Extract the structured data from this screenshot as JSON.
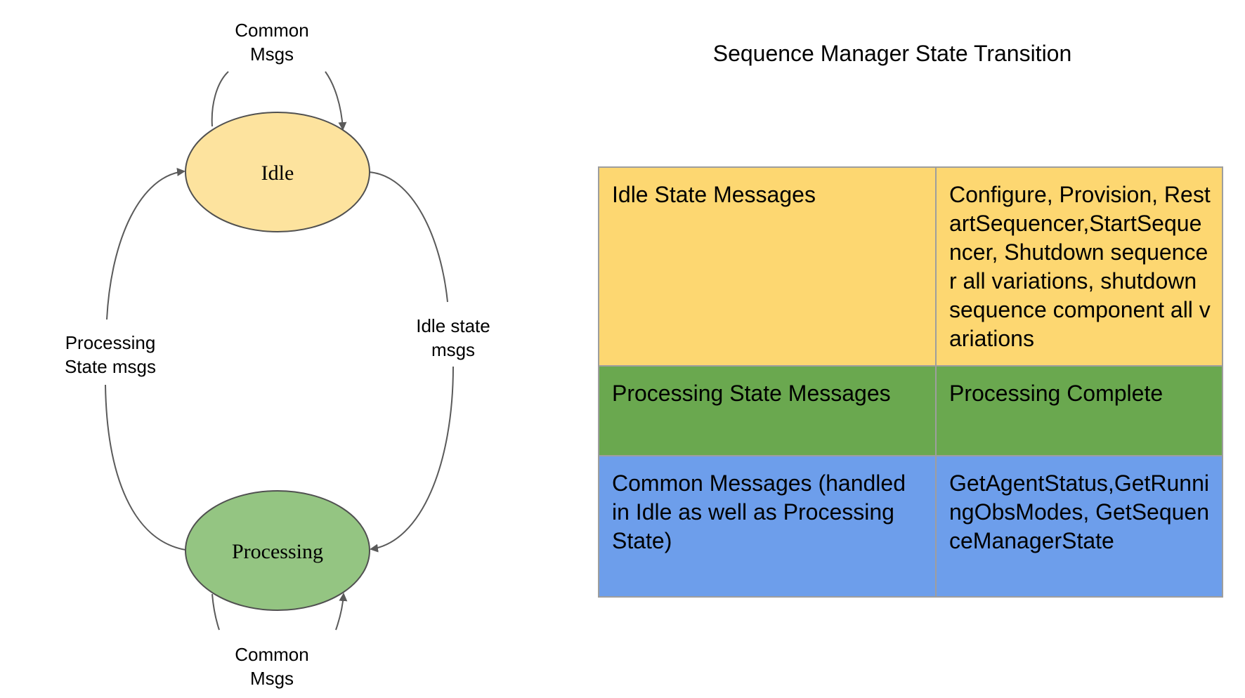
{
  "diagram": {
    "states": {
      "idle": {
        "label": "Idle",
        "fill": "#fde39e"
      },
      "processing": {
        "label": "Processing",
        "fill": "#94c582"
      }
    },
    "edges": {
      "idle_self_loop": {
        "lines": [
          "Common",
          "Msgs"
        ]
      },
      "idle_to_processing": {
        "lines": [
          "Idle state",
          "msgs"
        ]
      },
      "processing_to_idle": {
        "lines": [
          "Processing",
          "State msgs"
        ]
      },
      "processing_self_loop": {
        "lines": [
          "Common",
          "Msgs"
        ]
      }
    },
    "edge_color": "#5a5a5a"
  },
  "title": "Sequence Manager State Transition",
  "table": {
    "rows": [
      {
        "state": "Idle State Messages",
        "messages": "Configure, Provision, RestartSequencer,StartSequencer, Shutdown sequencer all variations, shutdown sequence component all variations",
        "color": "#fdd771"
      },
      {
        "state": "Processing State Messages",
        "messages": "Processing Complete",
        "color": "#6aa84f"
      },
      {
        "state": "Common Messages (handled in Idle as well as Processing State)",
        "messages": "GetAgentStatus,GetRunningObsModes, GetSequenceManagerState",
        "color": "#6d9eeb"
      }
    ]
  }
}
